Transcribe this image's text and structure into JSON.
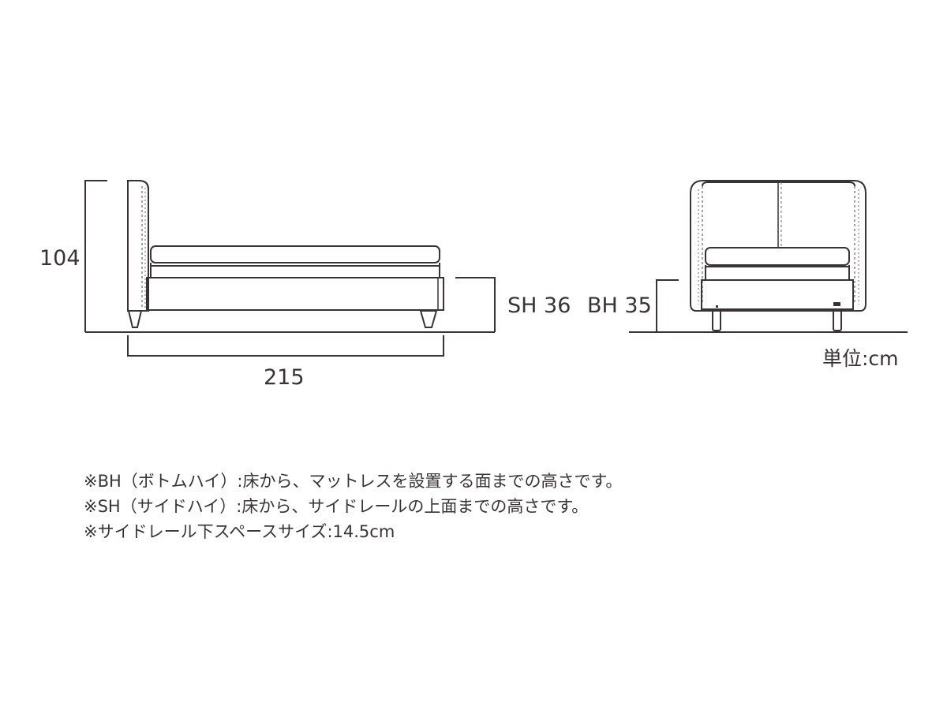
{
  "side_view": {
    "height_label": "104",
    "length_label": "215",
    "side_height_label": "SH 36"
  },
  "front_view": {
    "bottom_height_label": "BH 35",
    "unit_label": "単位:cm"
  },
  "notes": [
    "※BH（ボトムハイ）:床から、マットレスを設置する面までの高さです。",
    "※SH（サイドハイ）:床から、サイドレールの上面までの高さです。",
    "※サイドレール下スペースサイズ:14.5cm"
  ],
  "colors": {
    "line": "#3a3335",
    "stitch": "#8a8385"
  }
}
